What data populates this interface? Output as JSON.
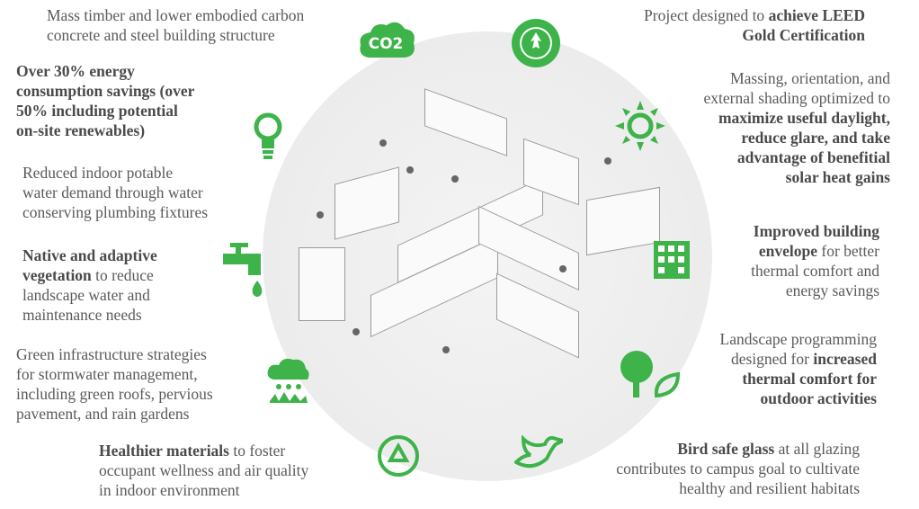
{
  "colors": {
    "accent": "#3db34a",
    "text": "#5a5a5a"
  },
  "blocks": [
    {
      "id": "structure",
      "lines": [
        [
          {
            "t": "Mass timber and lower embodied carbon"
          }
        ],
        [
          {
            "t": "concrete and steel building structure"
          }
        ]
      ]
    },
    {
      "id": "energy",
      "lines": [
        [
          {
            "t": "Over 30% energy",
            "b": 1
          }
        ],
        [
          {
            "t": "consumption savings (over",
            "b": 1
          }
        ],
        [
          {
            "t": "50% including potential",
            "b": 1
          }
        ],
        [
          {
            "t": "on-site renewables)",
            "b": 1
          }
        ]
      ]
    },
    {
      "id": "water",
      "lines": [
        [
          {
            "t": "Reduced indoor potable"
          }
        ],
        [
          {
            "t": "water demand through water"
          }
        ],
        [
          {
            "t": "conserving plumbing fixtures"
          }
        ]
      ]
    },
    {
      "id": "vegetation",
      "lines": [
        [
          {
            "t": "Native and adaptive",
            "b": 1
          }
        ],
        [
          {
            "t": "vegetation",
            "b": 1
          },
          {
            "t": " to reduce"
          }
        ],
        [
          {
            "t": "landscape water and"
          }
        ],
        [
          {
            "t": "maintenance needs"
          }
        ]
      ]
    },
    {
      "id": "stormwater",
      "lines": [
        [
          {
            "t": "Green infrastructure strategies"
          }
        ],
        [
          {
            "t": "for stormwater management,"
          }
        ],
        [
          {
            "t": "including green roofs, pervious"
          }
        ],
        [
          {
            "t": "pavement, and rain gardens"
          }
        ]
      ]
    },
    {
      "id": "materials",
      "lines": [
        [
          {
            "t": "Healthier materials",
            "b": 1
          },
          {
            "t": " to foster"
          }
        ],
        [
          {
            "t": "occupant wellness and air quality"
          }
        ],
        [
          {
            "t": "in indoor environment"
          }
        ]
      ]
    },
    {
      "id": "leed",
      "lines": [
        [
          {
            "t": "Project designed to "
          },
          {
            "t": "achieve LEED",
            "b": 1
          }
        ],
        [
          {
            "t": "Gold Certification",
            "b": 1
          }
        ]
      ]
    },
    {
      "id": "daylight",
      "lines": [
        [
          {
            "t": "Massing, orientation, and"
          }
        ],
        [
          {
            "t": "external shading optimized to"
          }
        ],
        [
          {
            "t": "maximize useful daylight,",
            "b": 1
          }
        ],
        [
          {
            "t": "reduce glare, and take",
            "b": 1
          }
        ],
        [
          {
            "t": "advantage of benefitial",
            "b": 1
          }
        ],
        [
          {
            "t": "solar heat gains",
            "b": 1
          }
        ]
      ]
    },
    {
      "id": "envelope",
      "lines": [
        [
          {
            "t": "Improved building",
            "b": 1
          }
        ],
        [
          {
            "t": "envelope",
            "b": 1
          },
          {
            "t": " for better"
          }
        ],
        [
          {
            "t": "thermal comfort and"
          }
        ],
        [
          {
            "t": "energy savings"
          }
        ]
      ]
    },
    {
      "id": "landscape",
      "lines": [
        [
          {
            "t": "Landscape programming"
          }
        ],
        [
          {
            "t": "designed for "
          },
          {
            "t": "increased",
            "b": 1
          }
        ],
        [
          {
            "t": "thermal comfort for",
            "b": 1
          }
        ],
        [
          {
            "t": "outdoor activities",
            "b": 1
          }
        ]
      ]
    },
    {
      "id": "bird",
      "lines": [
        [
          {
            "t": "Bird safe glass",
            "b": 1
          },
          {
            "t": " at all glazing"
          }
        ],
        [
          {
            "t": "contributes to campus goal to cultivate"
          }
        ],
        [
          {
            "t": "healthy and resilient habitats"
          }
        ]
      ]
    }
  ],
  "icons": {
    "co2": "CO2",
    "leed_seal": "U.S. GREEN BUILDING COUNCIL LEED USGBC"
  }
}
